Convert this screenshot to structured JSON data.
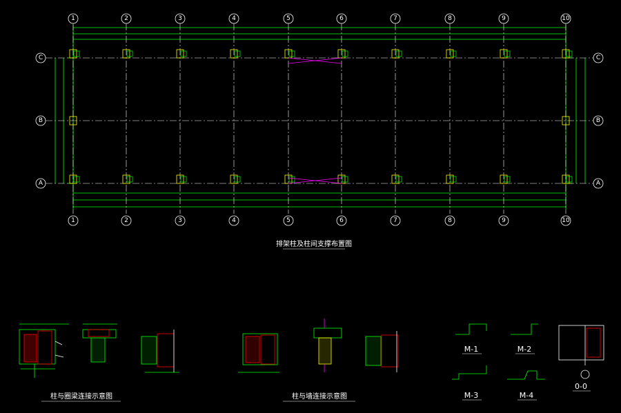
{
  "drawing": {
    "plan_title": "排架柱及柱间支撑布置图",
    "column_axis_labels": [
      "1",
      "2",
      "3",
      "4",
      "5",
      "6",
      "7",
      "8",
      "9",
      "10"
    ],
    "row_axis_labels": [
      "C",
      "B",
      "A"
    ],
    "detail_titles": {
      "left": "柱与圈梁连接示意图",
      "center": "柱与墙连接示意图"
    },
    "mark_labels": [
      "M-1",
      "M-2",
      "M-3",
      "M-4"
    ],
    "section_label": "0-0"
  },
  "colors": {
    "background": "#000000",
    "dimension": "#00ff00",
    "axis": "#ffffff",
    "bracing": "#ff00ff",
    "column": "#ffff00",
    "detail_red": "#ff0000"
  }
}
